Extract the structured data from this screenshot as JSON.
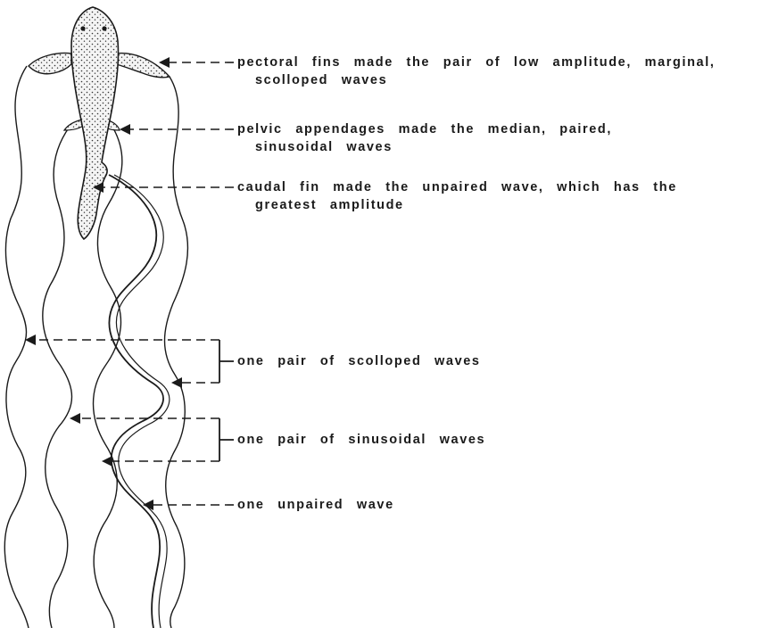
{
  "annotations": {
    "pectoral": {
      "line1": "pectoral fins made the pair of low amplitude, marginal,",
      "line2": "scolloped waves"
    },
    "pelvic": {
      "line1": "pelvic appendages made the median, paired,",
      "line2": "sinusoidal waves"
    },
    "caudal": {
      "line1": "caudal fin made the unpaired wave, which has the",
      "line2": "greatest amplitude"
    },
    "scalloped_pair": "one pair of scolloped waves",
    "sinusoidal_pair": "one pair of sinusoidal waves",
    "unpaired": "one unpaired wave"
  },
  "colors": {
    "ink": "#1a1a1a",
    "background": "#ffffff"
  }
}
